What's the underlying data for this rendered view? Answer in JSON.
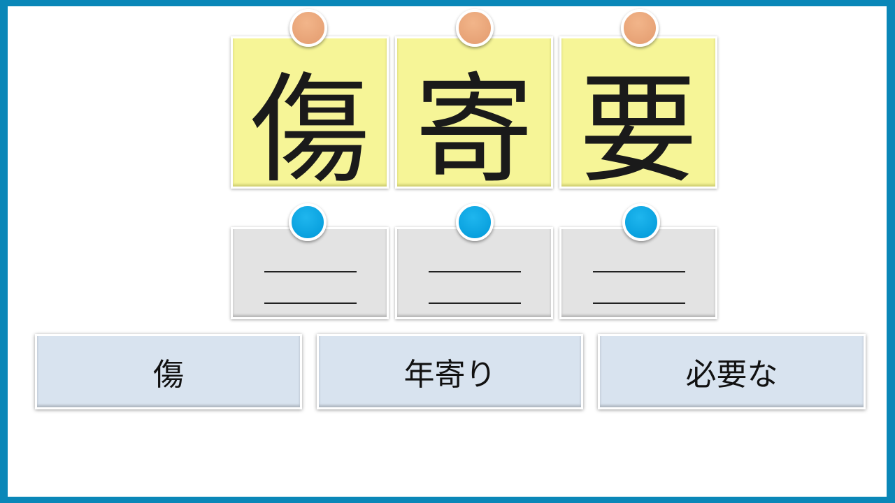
{
  "kanji_cards": [
    {
      "char": "傷"
    },
    {
      "char": "寄"
    },
    {
      "char": "要"
    }
  ],
  "choices": [
    {
      "label": "傷"
    },
    {
      "label": "年寄り"
    },
    {
      "label": "必要な"
    }
  ],
  "colors": {
    "frame": "#0a87b8",
    "sticky": "#f6f597",
    "pin_orange": "#e9a77a",
    "pin_blue": "#00a3e0",
    "answer_card": "#e3e3e3",
    "choice": "#d8e3ef"
  }
}
